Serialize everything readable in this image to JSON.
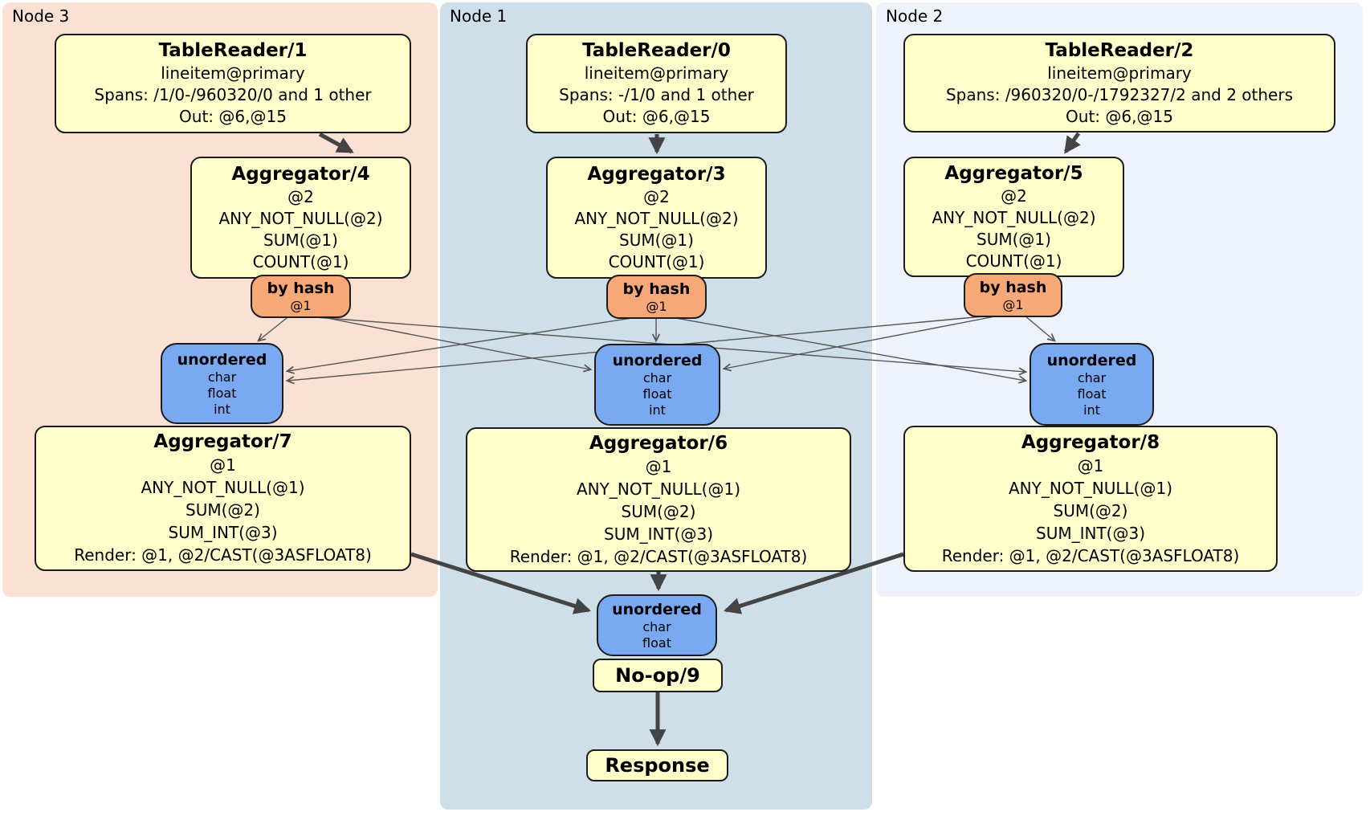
{
  "colors": {
    "node3_panel": "#fbe1d4",
    "node1_panel": "#cfdfe9",
    "node2_panel": "#eef2fb",
    "processor_fill": "#ffffcc",
    "router_fill": "#f7a877",
    "sync_fill": "#79a9f0",
    "box_border": "#1c1c1c",
    "edge_thin": "#555555",
    "edge_thick": "#444444"
  },
  "nodes": [
    {
      "label": "Node 3",
      "reader": {
        "title": "TableReader/1",
        "index": "lineitem@primary",
        "spans": "Spans: /1/0-/960320/0 and 1 other",
        "out": "Out: @6,@15"
      },
      "agg1": {
        "title": "Aggregator/4",
        "lines": [
          "@2",
          "ANY_NOT_NULL(@2)",
          "SUM(@1)",
          "COUNT(@1)"
        ]
      },
      "router": {
        "title": "by hash",
        "key": "@1"
      },
      "sync": {
        "title": "unordered",
        "types": [
          "char",
          "float",
          "int"
        ]
      },
      "agg2": {
        "title": "Aggregator/7",
        "lines": [
          "@1",
          "ANY_NOT_NULL(@1)",
          "SUM(@2)",
          "SUM_INT(@3)",
          "Render: @1, @2/CAST(@3ASFLOAT8)"
        ]
      }
    },
    {
      "label": "Node 1",
      "reader": {
        "title": "TableReader/0",
        "index": "lineitem@primary",
        "spans": "Spans: -/1/0 and 1 other",
        "out": "Out: @6,@15"
      },
      "agg1": {
        "title": "Aggregator/3",
        "lines": [
          "@2",
          "ANY_NOT_NULL(@2)",
          "SUM(@1)",
          "COUNT(@1)"
        ]
      },
      "router": {
        "title": "by hash",
        "key": "@1"
      },
      "sync": {
        "title": "unordered",
        "types": [
          "char",
          "float",
          "int"
        ]
      },
      "agg2": {
        "title": "Aggregator/6",
        "lines": [
          "@1",
          "ANY_NOT_NULL(@1)",
          "SUM(@2)",
          "SUM_INT(@3)",
          "Render: @1, @2/CAST(@3ASFLOAT8)"
        ]
      }
    },
    {
      "label": "Node 2",
      "reader": {
        "title": "TableReader/2",
        "index": "lineitem@primary",
        "spans": "Spans: /960320/0-/1792327/2 and 2 others",
        "out": "Out: @6,@15"
      },
      "agg1": {
        "title": "Aggregator/5",
        "lines": [
          "@2",
          "ANY_NOT_NULL(@2)",
          "SUM(@1)",
          "COUNT(@1)"
        ]
      },
      "router": {
        "title": "by hash",
        "key": "@1"
      },
      "sync": {
        "title": "unordered",
        "types": [
          "char",
          "float",
          "int"
        ]
      },
      "agg2": {
        "title": "Aggregator/8",
        "lines": [
          "@1",
          "ANY_NOT_NULL(@1)",
          "SUM(@2)",
          "SUM_INT(@3)",
          "Render: @1, @2/CAST(@3ASFLOAT8)"
        ]
      }
    }
  ],
  "output": {
    "sync": {
      "title": "unordered",
      "types": [
        "char",
        "float"
      ]
    },
    "noop": "No-op/9",
    "response": "Response"
  }
}
